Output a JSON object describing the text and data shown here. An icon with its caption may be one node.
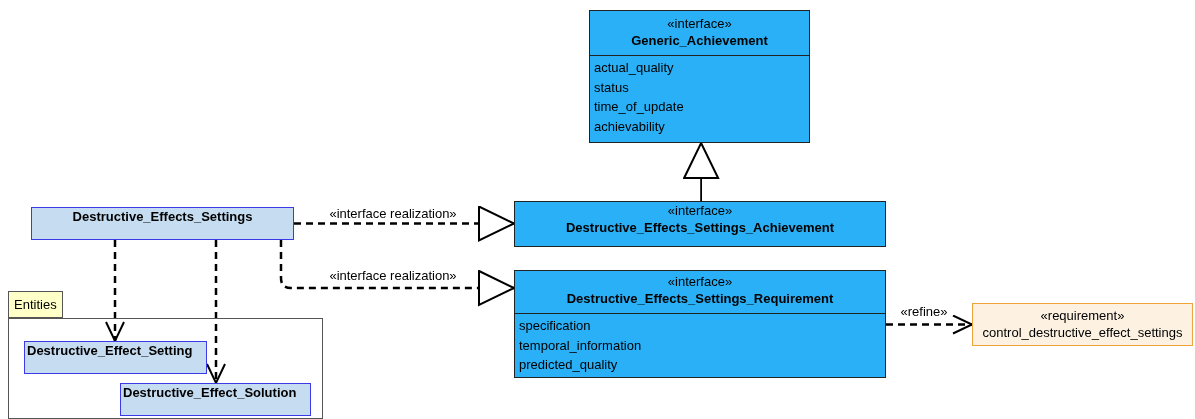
{
  "diagram": {
    "nodes": [
      {
        "text": [
          "«interface»",
          "Generic_Achievement",
          "actual_quality",
          "status",
          "time_of_update",
          "achievability"
        ]
      },
      {
        "text": [
          "Destructive_Effects_Settings"
        ]
      },
      {
        "text": [
          "«interface»",
          "Destructive_Effects_Settings_Achievement"
        ]
      },
      {
        "text": [
          "«interface»",
          "Destructive_Effects_Settings_Requirement",
          "specification",
          "temporal_information",
          "predicted_quality"
        ]
      },
      {
        "text": [
          "«requirement»",
          "control_destructive_effect_settings"
        ]
      },
      {
        "text": [
          "Entities"
        ]
      },
      {
        "text": [
          "Destructive_Effect_Setting"
        ],
        "in": 5
      },
      {
        "text": [
          "Destructive_Effect_Solution"
        ],
        "in": 5
      }
    ],
    "edges": [
      {
        "from": 2,
        "to": 0,
        "arrow": "to"
      },
      {
        "from": 1,
        "to": 2,
        "arrow": "to",
        "label": "«interface realization»",
        "style": "dashed"
      },
      {
        "from": 1,
        "to": 3,
        "arrow": "to",
        "label": "«interface realization»",
        "style": "dashed"
      },
      {
        "from": 3,
        "to": 4,
        "arrow": "to",
        "label": "«refine»",
        "style": "dashed"
      },
      {
        "from": 1,
        "to": 6,
        "arrow": "to",
        "style": "dashed"
      },
      {
        "from": 1,
        "to": 7,
        "arrow": "to",
        "style": "dashed"
      }
    ]
  }
}
